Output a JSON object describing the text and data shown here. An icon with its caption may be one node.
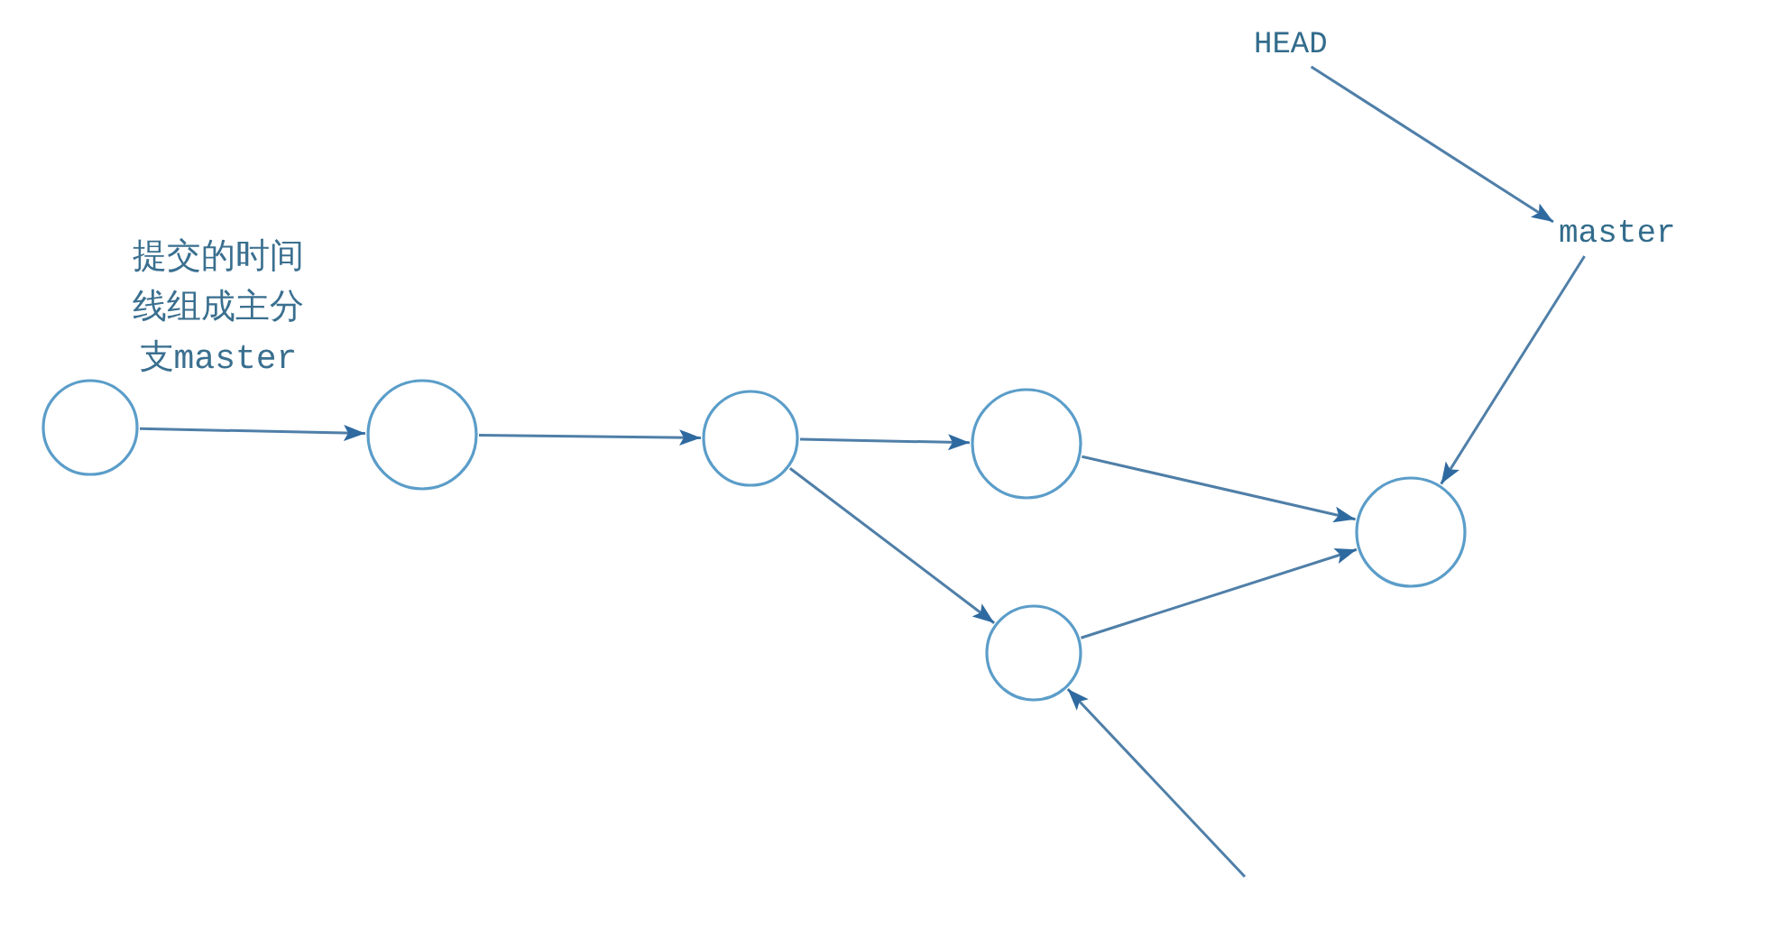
{
  "diagram": {
    "nodes": [
      {
        "text": [],
        "shape": "circle"
      },
      {
        "text": [],
        "shape": "circle"
      },
      {
        "text": [],
        "shape": "circle"
      },
      {
        "text": [],
        "shape": "circle"
      },
      {
        "text": [],
        "shape": "circle"
      },
      {
        "text": [],
        "shape": "circle"
      },
      {
        "text": [
          "HEAD"
        ]
      },
      {
        "text": [
          "master"
        ]
      }
    ],
    "edges": [
      {
        "from": 0,
        "to": 1,
        "arrow": "to"
      },
      {
        "from": 1,
        "to": 2,
        "arrow": "to"
      },
      {
        "from": 2,
        "to": 3,
        "arrow": "to"
      },
      {
        "from": 2,
        "to": 4,
        "arrow": "to"
      },
      {
        "from": 3,
        "to": 5,
        "arrow": "to"
      },
      {
        "from": 4,
        "to": 5,
        "arrow": "to"
      },
      {
        "from": 6,
        "to": 7,
        "arrow": "to"
      },
      {
        "from": 7,
        "to": 5,
        "arrow": "to"
      },
      {
        "from": null,
        "to": 4,
        "arrow": "to"
      }
    ],
    "labels": [
      "提交的时间线组成主分支master"
    ]
  }
}
